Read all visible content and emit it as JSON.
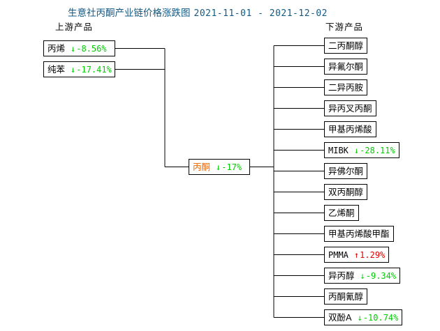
{
  "title": {
    "main": "生意社丙酮产业链价格涨跌图",
    "range": "2021-11-01 - 2021-12-02",
    "color": "#125a85"
  },
  "headers": {
    "upstream": "上游产品",
    "downstream": "下游产品"
  },
  "colors": {
    "down": "#00cc00",
    "up": "#e60000",
    "center_name": "#ef6600",
    "line": "#000000",
    "title": "#125a85"
  },
  "center": {
    "name": "丙酮",
    "arrow": "↓",
    "pct": "-17%",
    "direction": "down"
  },
  "upstream": [
    {
      "name": "丙烯",
      "arrow": "↓",
      "pct": "-8.56%",
      "direction": "down"
    },
    {
      "name": "纯苯",
      "arrow": "↓",
      "pct": "-17.41%",
      "direction": "down"
    }
  ],
  "downstream": [
    {
      "name": "二丙酮醇",
      "arrow": "",
      "pct": "",
      "direction": "none",
      "mono": false
    },
    {
      "name": "异氟尔酮",
      "arrow": "",
      "pct": "",
      "direction": "none",
      "mono": false
    },
    {
      "name": "二异丙胺",
      "arrow": "",
      "pct": "",
      "direction": "none",
      "mono": false
    },
    {
      "name": "异丙叉丙酮",
      "arrow": "",
      "pct": "",
      "direction": "none",
      "mono": false
    },
    {
      "name": "甲基丙烯酸",
      "arrow": "",
      "pct": "",
      "direction": "none",
      "mono": false
    },
    {
      "name": "MIBK",
      "arrow": "↓",
      "pct": "-28.11%",
      "direction": "down",
      "mono": true
    },
    {
      "name": "异佛尔酮",
      "arrow": "",
      "pct": "",
      "direction": "none",
      "mono": false
    },
    {
      "name": "双丙酮醇",
      "arrow": "",
      "pct": "",
      "direction": "none",
      "mono": false
    },
    {
      "name": "乙烯酮",
      "arrow": "",
      "pct": "",
      "direction": "none",
      "mono": false
    },
    {
      "name": "甲基丙烯酸甲酯",
      "arrow": "",
      "pct": "",
      "direction": "none",
      "mono": false
    },
    {
      "name": "PMMA",
      "arrow": "↑",
      "pct": "1.29%",
      "direction": "up",
      "mono": true
    },
    {
      "name": "异丙醇",
      "arrow": "↓",
      "pct": "-9.34%",
      "direction": "down",
      "mono": false
    },
    {
      "name": "丙酮氰醇",
      "arrow": "",
      "pct": "",
      "direction": "none",
      "mono": false
    },
    {
      "name": "双酚A",
      "arrow": "↓",
      "pct": "-10.74%",
      "direction": "down",
      "mono": false
    }
  ]
}
